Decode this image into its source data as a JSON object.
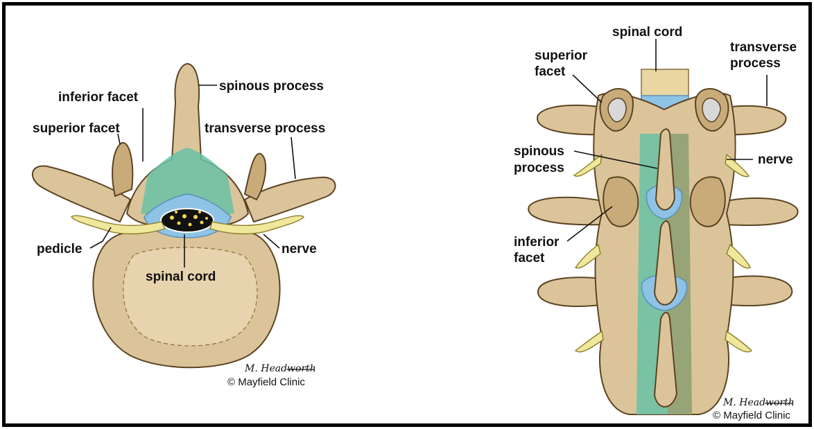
{
  "left_view": {
    "labels": {
      "spinous_process": "spinous process",
      "inferior_facet": "inferior facet",
      "superior_facet": "superior facet",
      "transverse_process": "transverse process",
      "pedicle": "pedicle",
      "nerve": "nerve",
      "spinal_cord": "spinal cord"
    },
    "signature": "M. Headworth",
    "copyright": "© Mayfield Clinic"
  },
  "right_view": {
    "labels": {
      "spinal_cord": "spinal cord",
      "superior_facet_line1": "superior",
      "superior_facet_line2": "facet",
      "transverse_process_line1": "transverse",
      "transverse_process_line2": "process",
      "spinous_process_line1": "spinous",
      "spinous_process_line2": "process",
      "nerve": "nerve",
      "inferior_facet_line1": "inferior",
      "inferior_facet_line2": "facet"
    },
    "signature": "M. Headworth",
    "copyright": "© Mayfield Clinic"
  },
  "colors": {
    "bone": "#dcc49a",
    "bone_outline": "#5b4322",
    "cord_green": "#67c2a5",
    "cord_blue": "#8fc3e6",
    "nerve": "#efe79b",
    "frame": "#000000"
  }
}
